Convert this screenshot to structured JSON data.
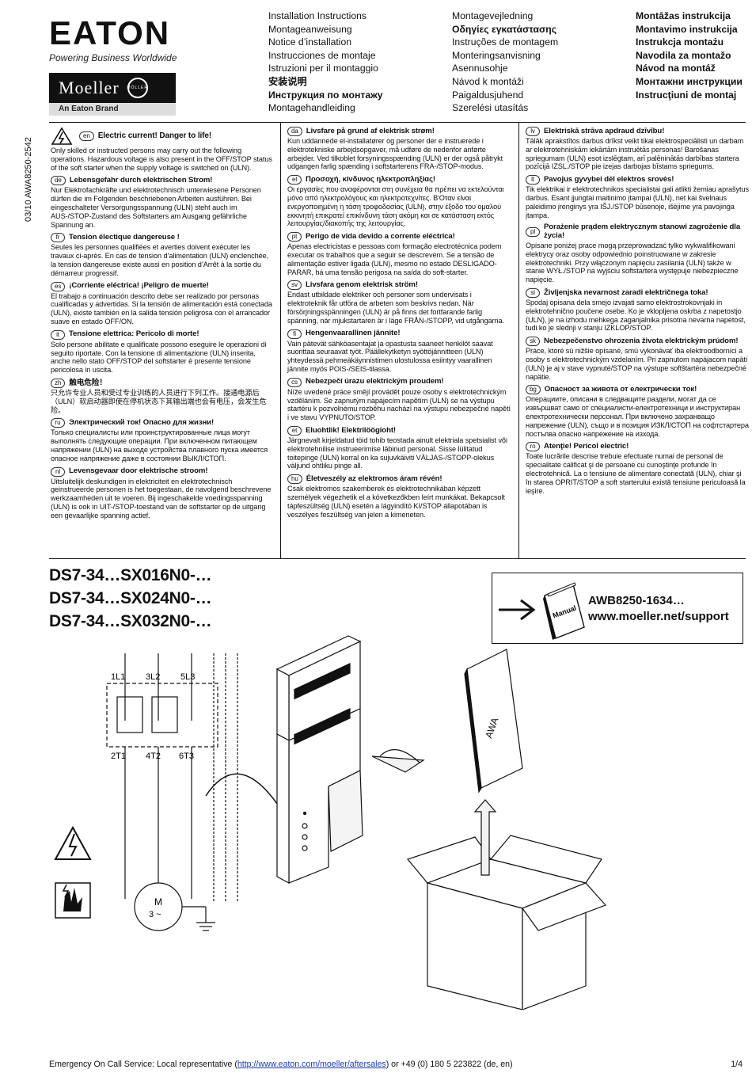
{
  "brand": {
    "logo_text": "EATON",
    "tagline": "Powering Business Worldwide",
    "moeller_text": "Moeller",
    "emblem_text": "MÖLLER",
    "sub_brand": "An Eaton Brand"
  },
  "doc_ref": "03/10 AWA8250-2542",
  "titles": {
    "col1": [
      "Installation Instructions",
      "Montageanweisung",
      "Notice d’installation",
      "Instrucciones de montaje",
      "Istruzioni per il montaggio",
      "安装说明",
      "Инструкция по монтажу",
      "Montagehandleiding"
    ],
    "col2": [
      "Montagevejledning",
      "Οδηγίες εγκατάστασης",
      "Instruções de montagem",
      "Monteringsanvisning",
      "Asennusohje",
      "Návod k montáži",
      "Paigaldusjuhend",
      "Szerelési utasítás"
    ],
    "col3": [
      "Montāžas instrukcija",
      "Montavimo instrukcija",
      "Instrukcja montażu",
      "Navodila za montažo",
      "Návod na montáž",
      "Монтажни инструкции",
      "Instrucţiuni de montaj"
    ]
  },
  "warnings": {
    "col1": [
      {
        "lang": "en",
        "head": "Electric current! Danger to life!",
        "body": "Only skilled or instructed persons may carry out the following operations. Hazardous voltage is also present in the OFF/STOP status of the soft starter when the supply voltage is switched on (ULN)."
      },
      {
        "lang": "de",
        "head": "Lebensgefahr durch elektrischen Strom!",
        "body": "Nur Elektrofachkräfte und elektrotechnisch unterwiesene Personen dürfen die im Folgenden beschriebenen Arbeiten ausführen. Bei eingeschalteter Versorgungsspannung (ULN) steht auch im AUS-/STOP-Zustand des Softstarters am Ausgang gefährliche Spannung an."
      },
      {
        "lang": "fr",
        "head": "Tension électique dangereuse !",
        "body": "Seules les personnes qualifiées et averties doivent exécuter les travaux ci-après. En cas de tension d’alimentation (ULN) enclenchée, la tension dangereuse existe aussi en position d’Arrêt à la sortie du démarreur progressif."
      },
      {
        "lang": "es",
        "head": "¡Corriente eléctrica! ¡Peligro de muerte!",
        "body": "El trabajo a continuación descrito debe ser realizado por personas cualificadas y advertidas. Si la tensión de alimentación está conectada (ULN), existe también en la salida tensión peligrosa con el arrancador suave en estado OFF/ON."
      },
      {
        "lang": "it",
        "head": "Tensione elettrica: Pericolo di morte!",
        "body": "Solo persone abilitate e qualificate possono eseguire le operazioni di seguito riportate. Con la tensione di alimentazione (ULN) inserita, anche nello stato OFF/STOP del softstarter è presente tensione pericolosa in uscita."
      },
      {
        "lang": "zh",
        "head": "触电危险！",
        "body": "只允许专业人员和受过专业训练的人员进行下列工作。接通电源后（ULN）软启动器即使在停机状态下其输出端也会有电压，会发生危险。"
      },
      {
        "lang": "ru",
        "head": "Электрический ток! Опасно для жизни!",
        "body": "Только специалисты или проинструктированные лица могут выполнять следующие операции. При включенном питающем напряжении (ULN) на выходе устройства плавного пуска имеется опасное напряжение даже в состоянии ВЫКЛ/СТОП."
      },
      {
        "lang": "nl",
        "head": "Levensgevaar door elektrische stroom!",
        "body": "Uitsluitelijk deskundigen in elektriciteit en elektrotechnisch geinstrueerde personen is het toegestaan, de navolgend beschrevene werkzaamheden uit te voeren. Bij ingeschakelde voedingsspanning (ULN) is ook in UIT-/STOP-toestand van de softstarter op de uitgang een gevaarlijke spanning actief."
      }
    ],
    "col2": [
      {
        "lang": "da",
        "head": "Livsfare på grund af elektrisk strøm!",
        "body": "Kun uddannede el-installatører og personer der e instruerede i elektrotekniske arbejdsopgaver, må udføre de nedenfor anførte arbejder. Ved tilkoblet forsyningsspænding (ULN) er der også påtrykt udgangen farlig spænding i softstarterens FRA-/STOP-modus."
      },
      {
        "lang": "el",
        "head": "Προσοχή, κίνδυνος ηλεκτροπληξίας!",
        "body": "Οι εργασίες που αναφέρονται στη συνέχεια θα πρέπει να εκτελούνται μόνο από ηλεκτρολόγους και ηλεκτροτεχνίτες. Β'Οταν είναι ενεργοποιημένη η τάση τροφοδοσίας (ULN), στην έξοδο του ομαλού εκκινητή επικρατεί επικίνδυνη τάση ακόμη και σε κατάσταση εκτός λειτουργίας/διακοπής της λειτουργίας."
      },
      {
        "lang": "pt",
        "head": "Perigo de vida devido a corrente eléctrica!",
        "body": "Apenas electricistas e pessoas com formação electrotécnica podem executar os trabalhos que a seguir se descrevem. Se a tensão de alimentação estiver ligada (ULN), mesmo no estado DESLIGADO-PARAR, há uma tensão perigosa na saída do soft-starter."
      },
      {
        "lang": "sv",
        "head": "Livsfara genom elektrisk ström!",
        "body": "Endast utbildade elektriker och personer som undervisats i elektroteknik får utföra de arbeten som beskrivs nedan. När försörjningsspänningen (ULN) är på finns det fortfarande farlig spänning, när mjukstartaren är i läge FRÅN-/STOPP, vid utgångarna."
      },
      {
        "lang": "fi",
        "head": "Hengenvaarallinen jännite!",
        "body": "Vain pätevät sähköasentajat ja opastusta saaneet henkilöt saavat suorittaa seuraavat työt. Päällekytketyn syöttöjännitteen (ULN) yhteydessä pehmeäkäynnistimen ulostulossa esiintyy vaarallinen jännite myös POIS-/SEIS-tilassa."
      },
      {
        "lang": "cs",
        "head": "Nebezpečí úrazu elektrickým proudem!",
        "body": "Níže uvedené práce smějí provádět pouze osoby s elektrotechnickým vzděláním. Se zapnutým napájecím napětím (ULN) se na výstupu startéru k pozvolnému rozběhu nachází na výstupu nebezpečné napětí i ve stavu VYPNUTO/STOP."
      },
      {
        "lang": "et",
        "head": "Eluohtlik! Elektrilöögioht!",
        "body": "Järgnevalt kirjeldatud töid tohib teostada ainult elektriala spetsialist või elektrotehnilise instrueerimise läbinud personal. Sisse lülitatud toitepinge (ULN) korral on ka sujuvkäiviti VÄLJAS-/STOPP-olekus väljund ohtliku pinge all."
      },
      {
        "lang": "hu",
        "head": "Életveszély az elektromos áram révén!",
        "body": "Csak elektromos szakemberek és elektrotechnikában képzett személyek végezhetik el a következőkben leírt munkákat. Bekapcsolt tápfeszültség (ULN) esetén a lágyindító KI/STOP állapotában is veszélyes feszültség van jelen a kimeneten."
      }
    ],
    "col3": [
      {
        "lang": "lv",
        "head": "Elektriskā strāva apdraud dzīvību!",
        "body": "Tālāk aprakstītos darbus drīkst veikt tikai elektrospeciālisti un darbam ar elektrotehniskām iekārtām instruētās personas! Barošanas spriegumam (ULN) esot izslēgtam, arī palēninātās darbības startera pozīcijā IZSL./STOP pie izejas darbojas bīstams spriegums."
      },
      {
        "lang": "lt",
        "head": "Pavojus gyvybei dėl elektros srovės!",
        "body": "Tik elektrikai ir elektrotechnikos specialistai gali atlikti žemiau aprašytus darbus. Esant įjungtai maitinimo įtampai (ULN), net kai švelnaus paleidimo įrenginys yra IŠJ./STOP būsenoje, išėjime yra pavojinga įtampa."
      },
      {
        "lang": "pl",
        "head": "Porażenie prądem elektrycznym stanowi zagrożenie dla życia!",
        "body": "Opisane poniżej prace mogą przeprowadzać tylko wykwalifikowani elektrycy oraz osoby odpowiednio poinstruowane w zakresie elektrotechniki. Przy włączonym napięciu zasilania (ULN) także w stanie WYŁ./STOP na wyjściu softstartera występuje niebezpieczne napięcie."
      },
      {
        "lang": "sl",
        "head": "Življenjska nevarnost zaradi električnega toka!",
        "body": "Spodaj opisana dela smejo izvajati samo elektrostrokovnjaki in elektrotehnično poučene osebe. Ko je vklopljena oskrba z napetostjo (ULN), je na izhodu mehkega zaganjalnika prisotna nevarna napetost, tudi ko je slednji v stanju IZKLOP/STOP."
      },
      {
        "lang": "sk",
        "head": "Nebezpečenstvo ohrozenia života elektrickým prúdom!",
        "body": "Práce, ktoré sú nižšie opísané, smú vykonávať iba elektroodborníci a osoby s elektrotechnickým vzdelaním. Pri zapnutom napájacom napätí (ULN) je aj v stave vypnuté/STOP na výstupe softštartéra nebezpečné napätie."
      },
      {
        "lang": "bg",
        "head": "Опасност за живота от електрически ток!",
        "body": "Операциите, описани в следващите раздели, могат да се извършват само от специалисти-електротехници и инструктиран електротехнически персонал. При включено захранващо напрежение (ULN), също и в позиция ИЗКЛ/СТОП на софтстартера постъпва опасно напрежение на изхода."
      },
      {
        "lang": "ro",
        "head": "Atenţie! Pericol electric!",
        "body": "Toate lucrările descrise trebuie efectuate numai de personal de specialitate calificat şi de persoane cu cunoştinţe profunde în electrotehnică. La o tensiune de alimentare conectată (ULN), chiar şi în starea OPRIT/STOP a soft starterului există tensiune periculoasă la ieşire."
      }
    ]
  },
  "models": [
    "DS7-34…SX016N0-…",
    "DS7-34…SX024N0-…",
    "DS7-34…SX032N0-…"
  ],
  "manual": {
    "book_label": "Manual",
    "ref_line1": "AWB8250-1634…",
    "ref_line2": "www.moeller.net/support"
  },
  "diagram": {
    "terminals_top": [
      "1L1",
      "3L2",
      "5L3"
    ],
    "terminals_bottom": [
      "2T1",
      "4T2",
      "6T3"
    ],
    "motor_label": "M",
    "motor_phase": "3 ~",
    "box_label": "AWA"
  },
  "footer": {
    "prefix": "Emergency On Call Service: Local representative (",
    "link": "http://www.eaton.com/moeller/aftersales",
    "suffix": ") or +49 (0) 180 5 223822 (de, en)",
    "page": "1/4"
  }
}
